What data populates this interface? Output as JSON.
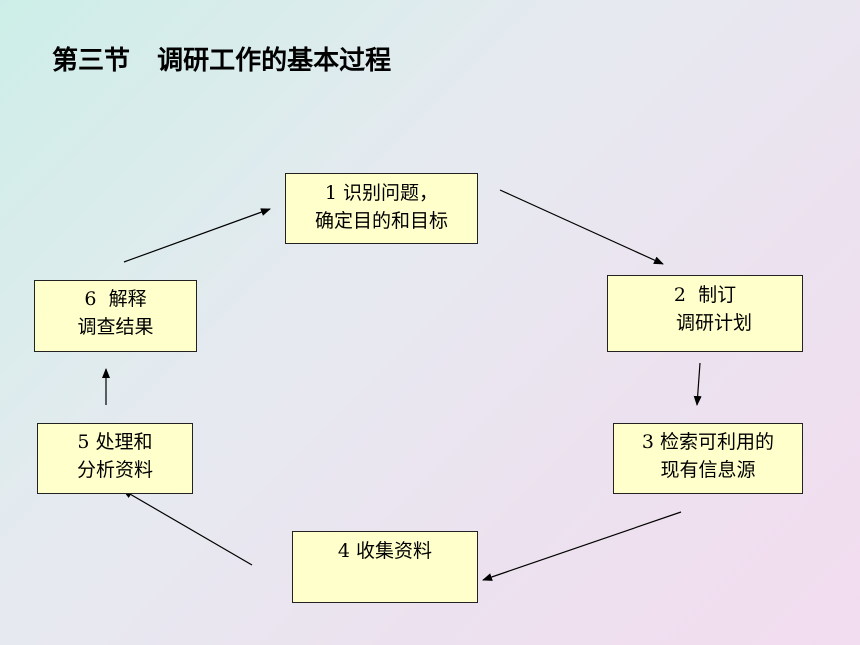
{
  "title": "第三节   调研工作的基本过程",
  "steps": [
    {
      "lines": [
        "1 识别问题，",
        "确定目的和目标"
      ]
    },
    {
      "lines": [
        "2  制订",
        "   调研计划"
      ]
    },
    {
      "lines": [
        "3 检索可利用的",
        "现有信息源"
      ]
    },
    {
      "lines": [
        "4 收集资料",
        ""
      ]
    },
    {
      "lines": [
        "5 处理和",
        "分析资料"
      ]
    },
    {
      "lines": [
        "6  解释",
        "调查结果"
      ]
    }
  ]
}
